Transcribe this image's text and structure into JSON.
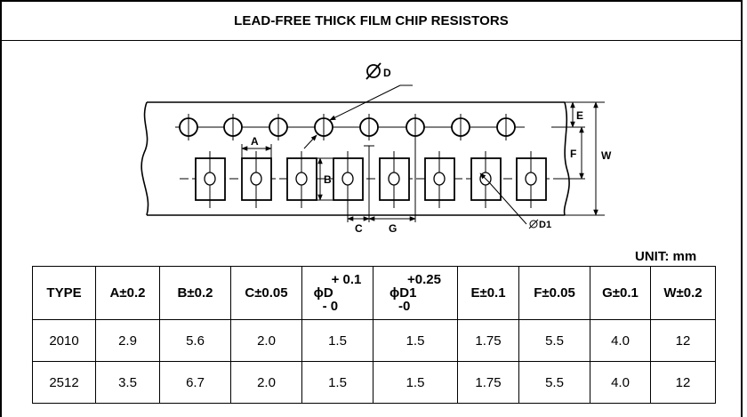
{
  "title": "LEAD-FREE THICK FILM CHIP RESISTORS",
  "unit_label": "UNIT: mm",
  "diagram": {
    "label_phi_d": "D",
    "label_a": "A",
    "label_b": "B",
    "label_c": "C",
    "label_g": "G",
    "label_e": "E",
    "label_f": "F",
    "label_w": "W",
    "label_d1": "D1"
  },
  "table": {
    "headers": {
      "type": "TYPE",
      "a": "A±0.2",
      "b": "B±0.2",
      "c": "C±0.05",
      "d_main": "ϕD",
      "d_plus": "+ 0.1",
      "d_minus": "- 0",
      "d1_main": "ϕD1",
      "d1_plus": "+0.25",
      "d1_minus": "-0",
      "e": "E±0.1",
      "f": "F±0.05",
      "g": "G±0.1",
      "w": "W±0.2"
    },
    "rows": [
      {
        "type": "2010",
        "a": "2.9",
        "b": "5.6",
        "c": "2.0",
        "d": "1.5",
        "d1": "1.5",
        "e": "1.75",
        "f": "5.5",
        "g": "4.0",
        "w": "12"
      },
      {
        "type": "2512",
        "a": "3.5",
        "b": "6.7",
        "c": "2.0",
        "d": "1.5",
        "d1": "1.5",
        "e": "1.75",
        "f": "5.5",
        "g": "4.0",
        "w": "12"
      }
    ]
  }
}
